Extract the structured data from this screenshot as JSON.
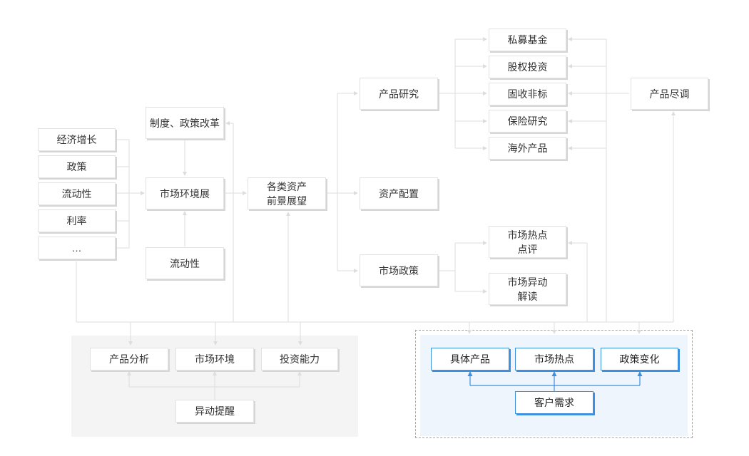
{
  "colors": {
    "line": "#dddddd",
    "blue_accent": "#3d8fe0",
    "gray_panel": "#f4f4f4",
    "blue_panel": "#eef5fd"
  },
  "nodes": {
    "economic_growth": "经济增长",
    "policy": "政策",
    "liquidity_left": "流动性",
    "interest_rate": "利率",
    "ellipsis": "…",
    "institution_reform": "制度、政策改革",
    "market_environment_outlook": "市场环境展",
    "liquidity_mid": "流动性",
    "asset_outlook": "各类资产\n前景展望",
    "product_research": "产品研究",
    "asset_allocation": "资产配置",
    "market_policy": "市场政策",
    "private_fund": "私募基金",
    "equity_investment": "股权投资",
    "fixed_income": "固收非标",
    "insurance_research": "保险研究",
    "overseas_products": "海外产品",
    "product_due_diligence": "产品尽调",
    "market_hotspot_review": "市场热点\n点评",
    "market_anomaly_interpretation": "市场异动\n解读",
    "product_analysis": "产品分析",
    "market_environment": "市场环境",
    "investment_ability": "投资能力",
    "anomaly_alert": "异动提醒",
    "specific_products": "具体产品",
    "market_hotspots": "市场热点",
    "policy_changes": "政策变化",
    "customer_demand": "客户需求"
  }
}
